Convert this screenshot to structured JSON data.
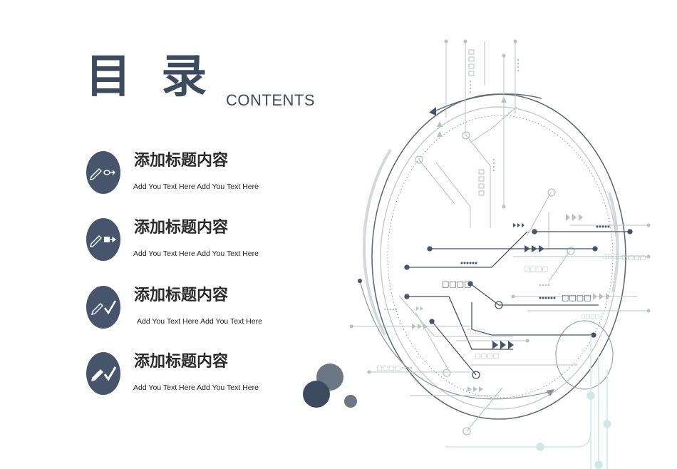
{
  "title": "目 录",
  "subtitle": "CONTENTS",
  "items": [
    {
      "heading": "添加标题内容",
      "desc": "Add You Text Here Add You Text Here",
      "icon": "pencil-link-icon"
    },
    {
      "heading": "添加标题内容",
      "desc": "Add You Text Here Add You Text Here",
      "icon": "pencil-plug-icon"
    },
    {
      "heading": "添加标题内容",
      "desc": "Add You Text Here Add You Text Here",
      "icon": "pencil-check-icon"
    },
    {
      "heading": "添加标题内容",
      "desc": "Add You Text Here Add You Text Here",
      "icon": "pencil-check-icon"
    }
  ],
  "circuit_labels": [
    "□□□□",
    "□□□□",
    "□□□□",
    "□□□□",
    "□□□□",
    "□□□□",
    "□□□□",
    "□□□□",
    "□□□□"
  ],
  "colors": {
    "dark": "#46556b",
    "accent": "#3d4b5e",
    "line": "#b9c0c6",
    "teal": "#bfe2e0"
  }
}
